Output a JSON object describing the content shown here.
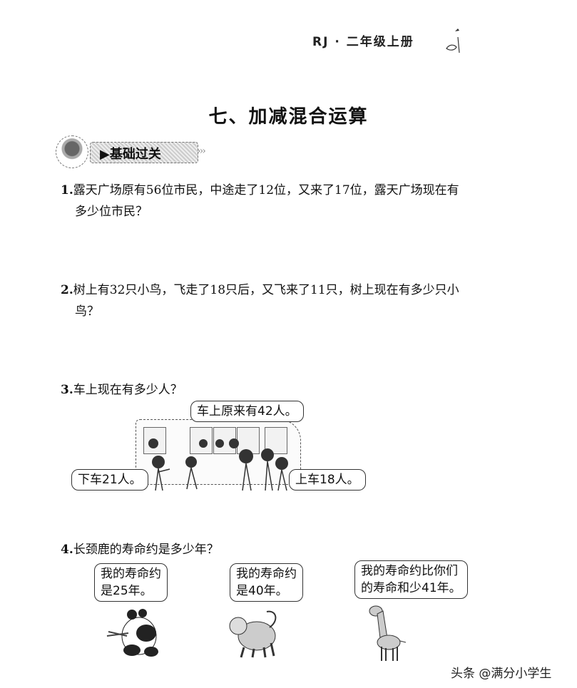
{
  "header": {
    "edition": "RJ · 二年级上册",
    "decoration_icon": "pencil-hand-icon"
  },
  "title": "七、加减混合运算",
  "section_badge": {
    "label": "▶基础过关",
    "arrows": "›››",
    "icon": "child-avatar-icon"
  },
  "questions": [
    {
      "number": "1.",
      "line1": "露天广场原有56位市民，中途走了12位，又来了17位，露天广场现在有",
      "line2": "多少位市民？"
    },
    {
      "number": "2.",
      "line1": "树上有32只小鸟，飞走了18只后，又飞来了11只，树上现在有多少只小",
      "line2": "鸟？"
    },
    {
      "number": "3.",
      "line1": "车上现在有多少人？",
      "illustration": {
        "bubbles": {
          "top": "车上原来有42人。",
          "left": "下车21人。",
          "right": "上车18人。"
        }
      }
    },
    {
      "number": "4.",
      "line1": "长颈鹿的寿命约是多少年？",
      "illustration": {
        "animals": [
          {
            "name": "panda",
            "line1": "我的寿命约",
            "line2": "是25年。"
          },
          {
            "name": "monkey",
            "line1": "我的寿命约",
            "line2": "是40年。"
          },
          {
            "name": "giraffe",
            "line1": "我的寿命约比你们",
            "line2": "的寿命和少41年。"
          }
        ]
      }
    }
  ],
  "watermark": "头条 @满分小学生"
}
